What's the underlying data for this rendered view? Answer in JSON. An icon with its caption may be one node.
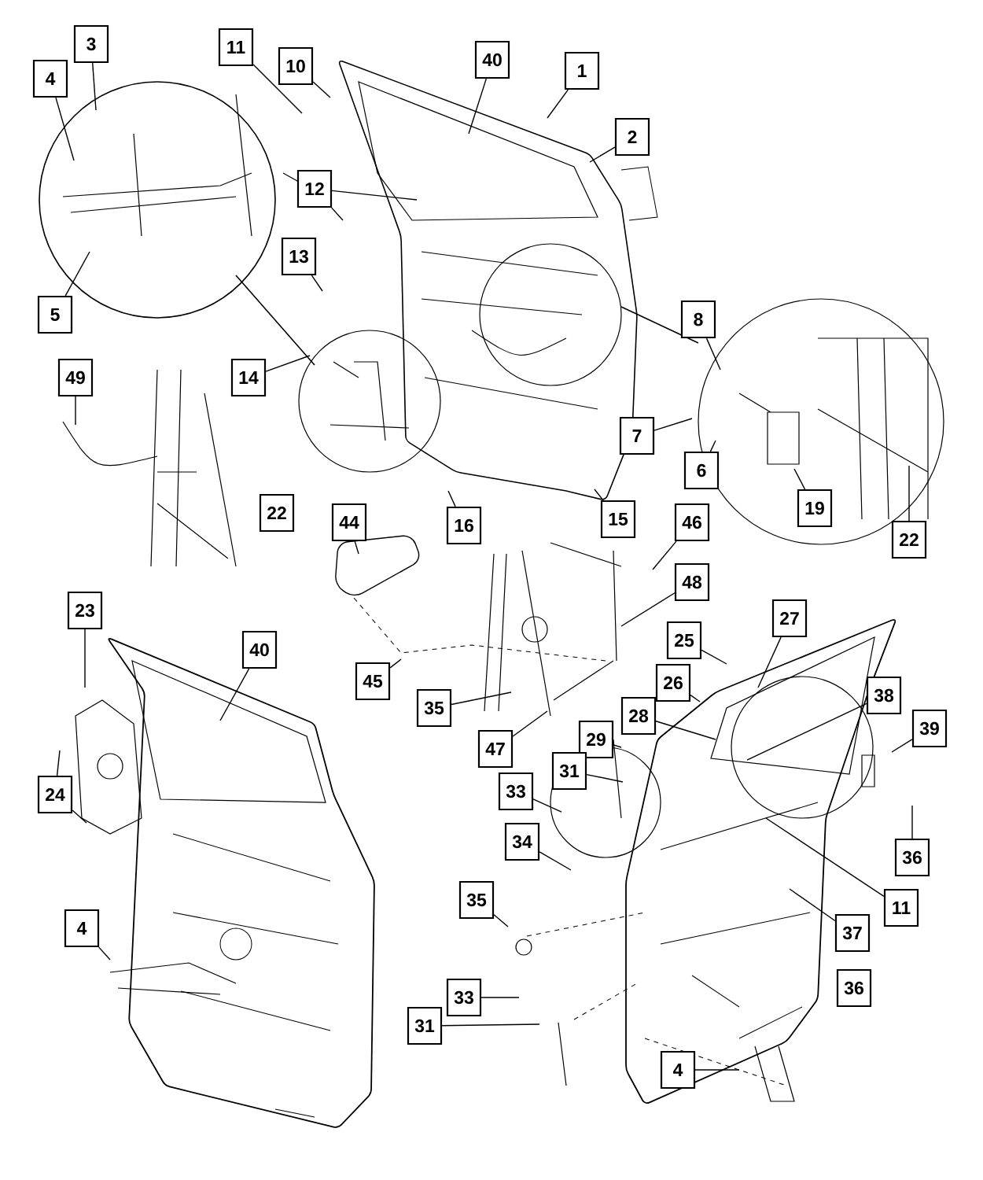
{
  "diagram": {
    "nodes": [
      {
        "text": [
          "3"
        ]
      },
      {
        "text": [
          "4"
        ]
      },
      {
        "text": [
          "11"
        ]
      },
      {
        "text": [
          "10"
        ]
      },
      {
        "text": [
          "40"
        ]
      },
      {
        "text": [
          "1"
        ]
      },
      {
        "text": [
          "2"
        ]
      },
      {
        "text": [
          "12"
        ]
      },
      {
        "text": [
          "5"
        ]
      },
      {
        "text": [
          "13"
        ]
      },
      {
        "text": [
          "8"
        ]
      },
      {
        "text": [
          "14"
        ]
      },
      {
        "text": [
          "49"
        ]
      },
      {
        "text": [
          "7"
        ]
      },
      {
        "text": [
          "6"
        ]
      },
      {
        "text": [
          "22"
        ]
      },
      {
        "text": [
          "44"
        ]
      },
      {
        "text": [
          "16"
        ]
      },
      {
        "text": [
          "46"
        ]
      },
      {
        "text": [
          "19"
        ]
      },
      {
        "text": [
          "15"
        ]
      },
      {
        "text": [
          "22"
        ]
      },
      {
        "text": [
          "48"
        ]
      },
      {
        "text": [
          "45"
        ]
      },
      {
        "text": [
          "35"
        ]
      },
      {
        "text": [
          "47"
        ]
      },
      {
        "text": [
          "23"
        ]
      },
      {
        "text": [
          "40"
        ]
      },
      {
        "text": [
          "27"
        ]
      },
      {
        "text": [
          "25"
        ]
      },
      {
        "text": [
          "26"
        ]
      },
      {
        "text": [
          "38"
        ]
      },
      {
        "text": [
          "28"
        ]
      },
      {
        "text": [
          "29"
        ]
      },
      {
        "text": [
          "39"
        ]
      },
      {
        "text": [
          "31"
        ]
      },
      {
        "text": [
          "24"
        ]
      },
      {
        "text": [
          "33"
        ]
      },
      {
        "text": [
          "36"
        ]
      },
      {
        "text": [
          "34"
        ]
      },
      {
        "text": [
          "11"
        ]
      },
      {
        "text": [
          "35"
        ]
      },
      {
        "text": [
          "37"
        ]
      },
      {
        "text": [
          "4"
        ]
      },
      {
        "text": [
          "33"
        ]
      },
      {
        "text": [
          "31"
        ]
      },
      {
        "text": [
          "36"
        ]
      },
      {
        "text": [
          "4"
        ]
      }
    ],
    "edges": [
      {
        "from": 0,
        "to": null,
        "arrow": "none"
      },
      {
        "from": 1,
        "to": null,
        "arrow": "none"
      },
      {
        "from": 2,
        "to": null,
        "arrow": "none"
      },
      {
        "from": 3,
        "to": null,
        "arrow": "none"
      },
      {
        "from": 4,
        "to": null,
        "arrow": "none"
      },
      {
        "from": 5,
        "to": null,
        "arrow": "none"
      },
      {
        "from": 6,
        "to": null,
        "arrow": "none"
      },
      {
        "from": 7,
        "to": null,
        "arrow": "none"
      },
      {
        "from": 7,
        "to": null,
        "arrow": "none"
      },
      {
        "from": 8,
        "to": null,
        "arrow": "none"
      },
      {
        "from": 9,
        "to": null,
        "arrow": "none"
      },
      {
        "from": 10,
        "to": null,
        "arrow": "none"
      },
      {
        "from": 11,
        "to": null,
        "arrow": "none"
      },
      {
        "from": 12,
        "to": null,
        "arrow": "none"
      },
      {
        "from": 13,
        "to": null,
        "arrow": "none"
      },
      {
        "from": 14,
        "to": null,
        "arrow": "none"
      },
      {
        "from": 16,
        "to": null,
        "arrow": "none"
      },
      {
        "from": 17,
        "to": null,
        "arrow": "none"
      },
      {
        "from": 18,
        "to": null,
        "arrow": "none"
      },
      {
        "from": 19,
        "to": null,
        "arrow": "none"
      },
      {
        "from": 20,
        "to": null,
        "arrow": "none"
      },
      {
        "from": 21,
        "to": null,
        "arrow": "none"
      },
      {
        "from": 22,
        "to": null,
        "arrow": "none"
      },
      {
        "from": 23,
        "to": null,
        "arrow": "none"
      },
      {
        "from": 24,
        "to": null,
        "arrow": "none"
      },
      {
        "from": 25,
        "to": null,
        "arrow": "none"
      },
      {
        "from": 26,
        "to": null,
        "arrow": "none"
      },
      {
        "from": 27,
        "to": null,
        "arrow": "none"
      },
      {
        "from": 28,
        "to": null,
        "arrow": "none"
      },
      {
        "from": 29,
        "to": null,
        "arrow": "none"
      },
      {
        "from": 30,
        "to": null,
        "arrow": "none"
      },
      {
        "from": 31,
        "to": null,
        "arrow": "none"
      },
      {
        "from": 32,
        "to": null,
        "arrow": "none"
      },
      {
        "from": 33,
        "to": null,
        "arrow": "none"
      },
      {
        "from": 34,
        "to": null,
        "arrow": "none"
      },
      {
        "from": 35,
        "to": null,
        "arrow": "none"
      },
      {
        "from": 36,
        "to": null,
        "arrow": "none"
      },
      {
        "from": 36,
        "to": null,
        "arrow": "none"
      },
      {
        "from": 37,
        "to": null,
        "arrow": "none"
      },
      {
        "from": 38,
        "to": null,
        "arrow": "none"
      },
      {
        "from": 39,
        "to": null,
        "arrow": "none"
      },
      {
        "from": 40,
        "to": null,
        "arrow": "none"
      },
      {
        "from": 41,
        "to": null,
        "arrow": "none"
      },
      {
        "from": 42,
        "to": null,
        "arrow": "none"
      },
      {
        "from": 43,
        "to": null,
        "arrow": "none"
      },
      {
        "from": 44,
        "to": null,
        "arrow": "none"
      },
      {
        "from": 45,
        "to": null,
        "arrow": "none"
      },
      {
        "from": 47,
        "to": null,
        "arrow": "none"
      }
    ]
  }
}
